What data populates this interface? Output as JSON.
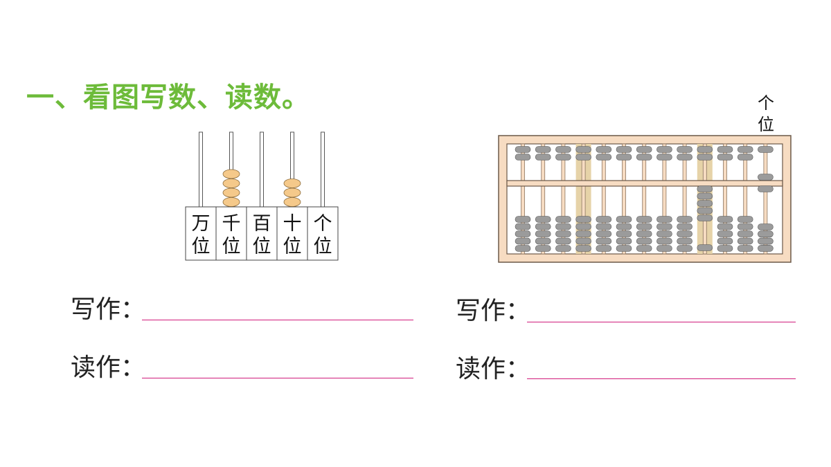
{
  "heading": "一、看图写数、读数。",
  "left_counter": {
    "place_labels": [
      "万位",
      "千位",
      "百位",
      "十位",
      "个位"
    ],
    "beads": [
      0,
      4,
      0,
      3,
      0
    ]
  },
  "right_abacus": {
    "ones_label": "个位",
    "rods": 13,
    "ones_rod_index": 12
  },
  "answer_labels": {
    "write": "写作：",
    "read": "读作："
  },
  "colors": {
    "heading": "#6dbb3a",
    "answer_line": "#d01a7a",
    "counter_bead": "#f5c98a",
    "abacus_frame": "#f7dcc2",
    "abacus_bead": "#9b9b9b",
    "highlight_rod": "#e6d3a8"
  }
}
